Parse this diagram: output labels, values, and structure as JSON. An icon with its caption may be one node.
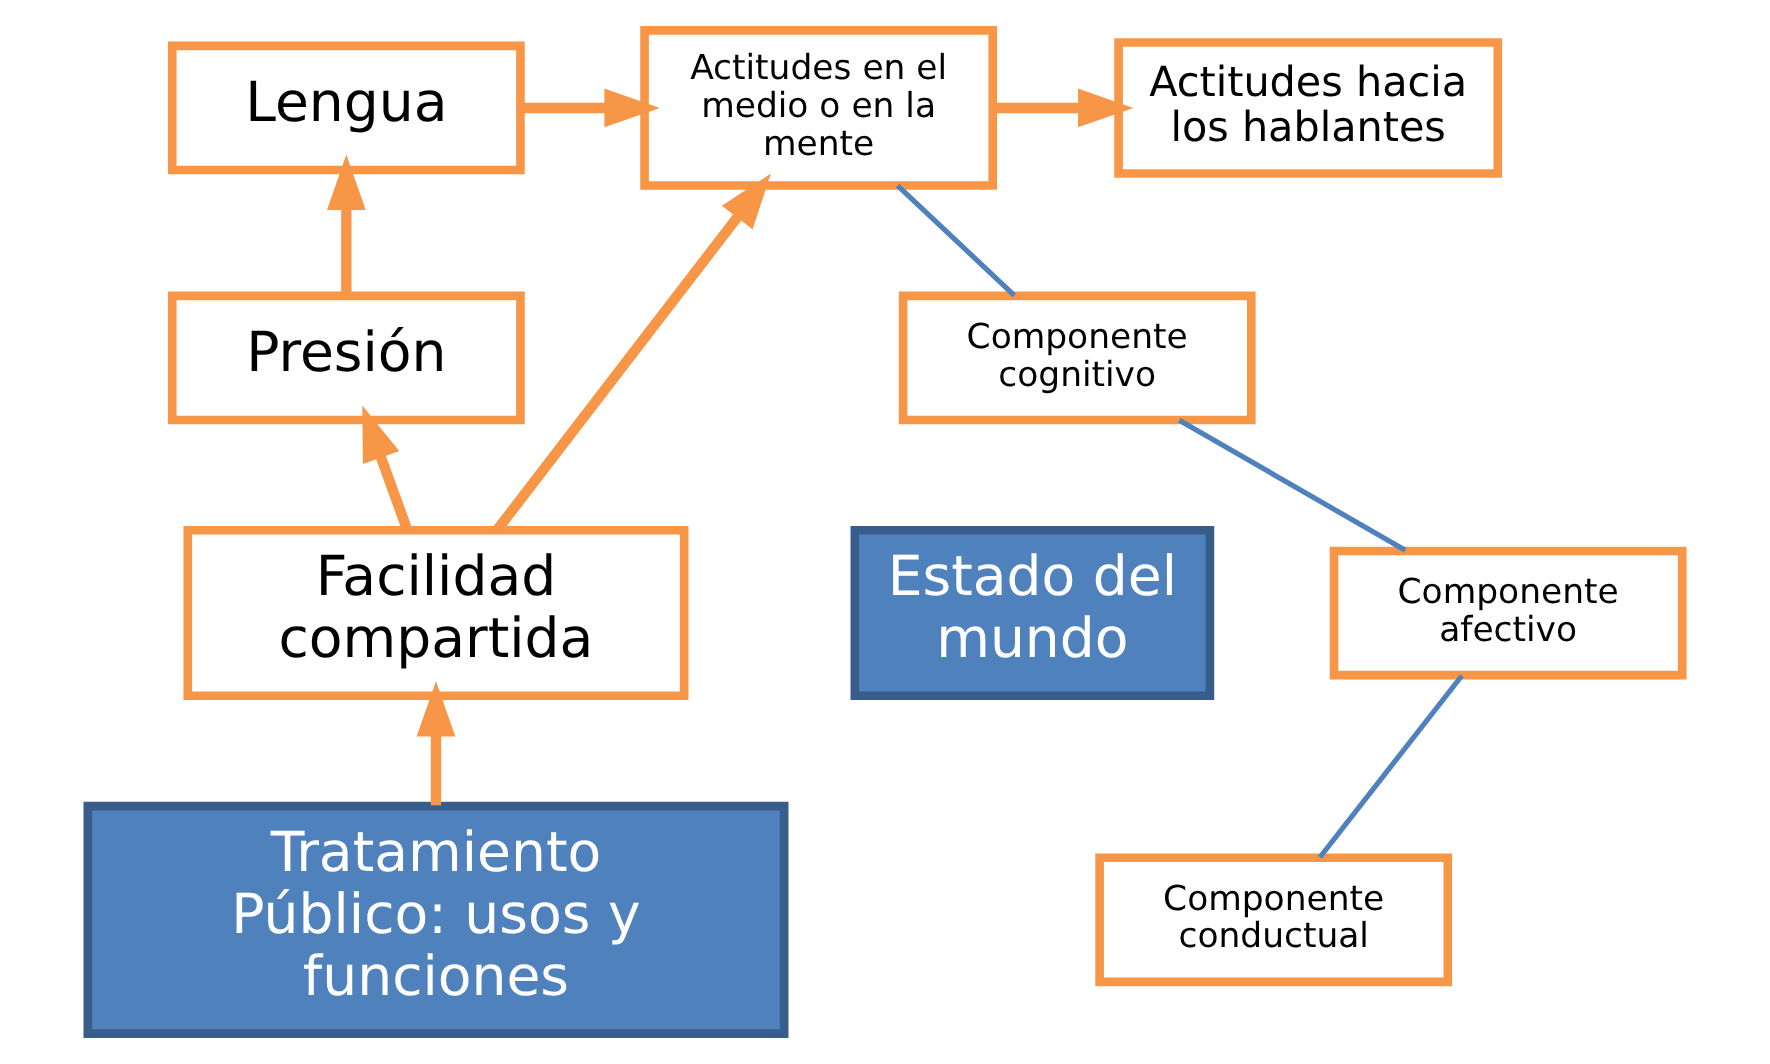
{
  "diagram": {
    "nodes": [
      {
        "text": [
          "Actitudes en el medio o en la mente"
        ]
      },
      {
        "text": [
          "Actitudes hacia los hablantes"
        ]
      },
      {
        "text": [
          "Lengua"
        ]
      },
      {
        "text": [
          "Componente cognitivo"
        ]
      },
      {
        "text": [
          "Presión"
        ]
      },
      {
        "text": [
          "Componente afectivo"
        ]
      },
      {
        "text": [
          "Facilidad compartida"
        ]
      },
      {
        "text": [
          "Estado del mundo"
        ]
      },
      {
        "text": [
          "Componente conductual"
        ]
      },
      {
        "text": [
          "Tratamiento Público: usos y funciones"
        ]
      }
    ],
    "edges": [
      {
        "from": 9,
        "to": 6,
        "arrow": "to"
      },
      {
        "from": 6,
        "to": 4,
        "arrow": "to"
      },
      {
        "from": 4,
        "to": 2,
        "arrow": "to"
      },
      {
        "from": 2,
        "to": 0,
        "arrow": "to"
      },
      {
        "from": 6,
        "to": 0,
        "arrow": "to"
      },
      {
        "from": 0,
        "to": 1,
        "arrow": "to"
      },
      {
        "from": 0,
        "to": 3,
        "arrow": "none",
        "color": "#4f81bd"
      },
      {
        "from": 3,
        "to": 5,
        "arrow": "none",
        "color": "#4f81bd"
      },
      {
        "from": 5,
        "to": 8,
        "arrow": "none",
        "color": "#4f81bd"
      }
    ]
  }
}
